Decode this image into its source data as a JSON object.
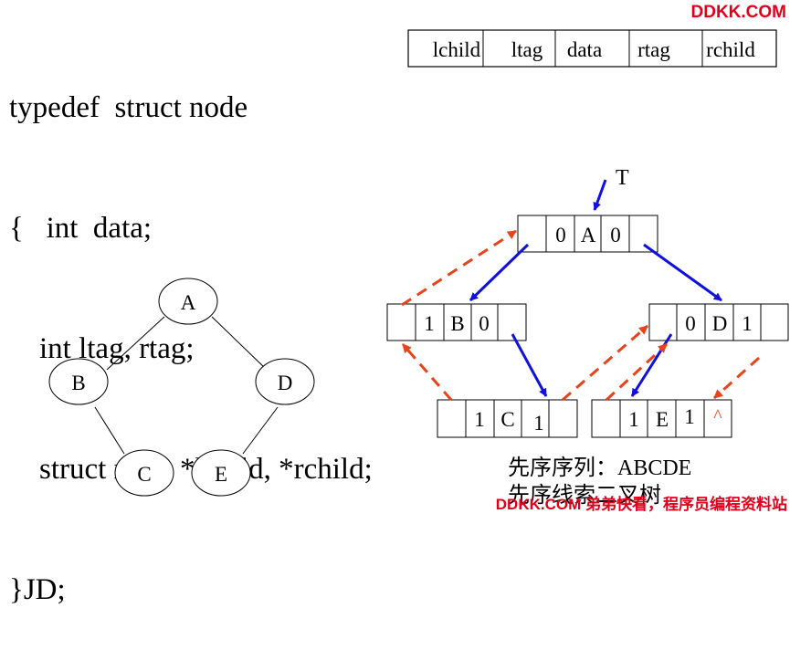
{
  "code_lines": [
    "typedef  struct node",
    "{   int  data;",
    "    int ltag, rtag;",
    "    struct node *lchild, *rchild;",
    "}JD;"
  ],
  "struct_fields": [
    "lchild",
    "ltag",
    "data",
    "rtag",
    "rchild"
  ],
  "tree": {
    "root_label": "A",
    "nodes": [
      {
        "id": "A",
        "label": "A"
      },
      {
        "id": "B",
        "label": "B"
      },
      {
        "id": "C",
        "label": "C"
      },
      {
        "id": "D",
        "label": "D"
      },
      {
        "id": "E",
        "label": "E"
      }
    ]
  },
  "threaded": {
    "pointer_label": "T",
    "nodes": [
      {
        "id": "root",
        "ltag": "0",
        "data": "A",
        "rtag": "0"
      },
      {
        "id": "nB",
        "ltag": "1",
        "data": "B",
        "rtag": "0"
      },
      {
        "id": "nD",
        "ltag": "0",
        "data": "D",
        "rtag": "1"
      },
      {
        "id": "nC",
        "ltag": "1",
        "data": "C",
        "rtag": "1"
      },
      {
        "id": "nE",
        "ltag": "1",
        "data": "E",
        "rtag": "1",
        "rchild": "^"
      }
    ]
  },
  "captions": {
    "sequence": "先序序列：ABCDE",
    "title": "先序线索二叉树"
  },
  "watermarks": {
    "top": "DDKK.COM",
    "bottom": "DDKK.COM 弟弟快看，程序员编程资料站"
  },
  "colors": {
    "solid_arrow": "#1010e0",
    "thread_arrow": "#e8431a",
    "watermark": "#e0001b"
  }
}
